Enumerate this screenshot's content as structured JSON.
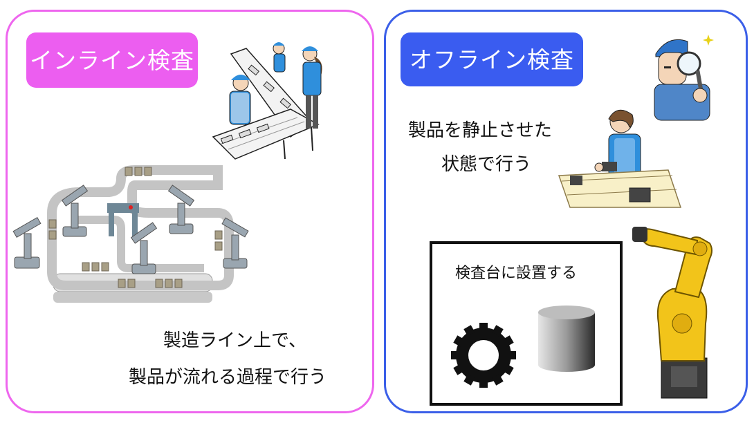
{
  "inline": {
    "title": "インライン検査",
    "description_line1": "製造ライン上で、",
    "description_line2": "製品が流れる過程で行う"
  },
  "offline": {
    "title": "オフライン検査",
    "description_line1": "製品を静止させた",
    "description_line2": "状態で行う",
    "stand_label": "検査台に設置する"
  },
  "colors": {
    "inline_accent": "#ec5ef0",
    "inline_border": "#ee66ee",
    "offline_accent": "#3a5cf0",
    "offline_border": "#3b5fe8",
    "robot_yellow": "#f2c41a",
    "worker_blue": "#2f8fdc"
  },
  "icons": [
    "workers-sorting-illustration",
    "conveyor-robot-line-illustration",
    "inspector-magnifier-illustration",
    "worker-conveyor-illustration",
    "gear-icon",
    "cylinder-icon",
    "industrial-robot-arm-illustration"
  ]
}
